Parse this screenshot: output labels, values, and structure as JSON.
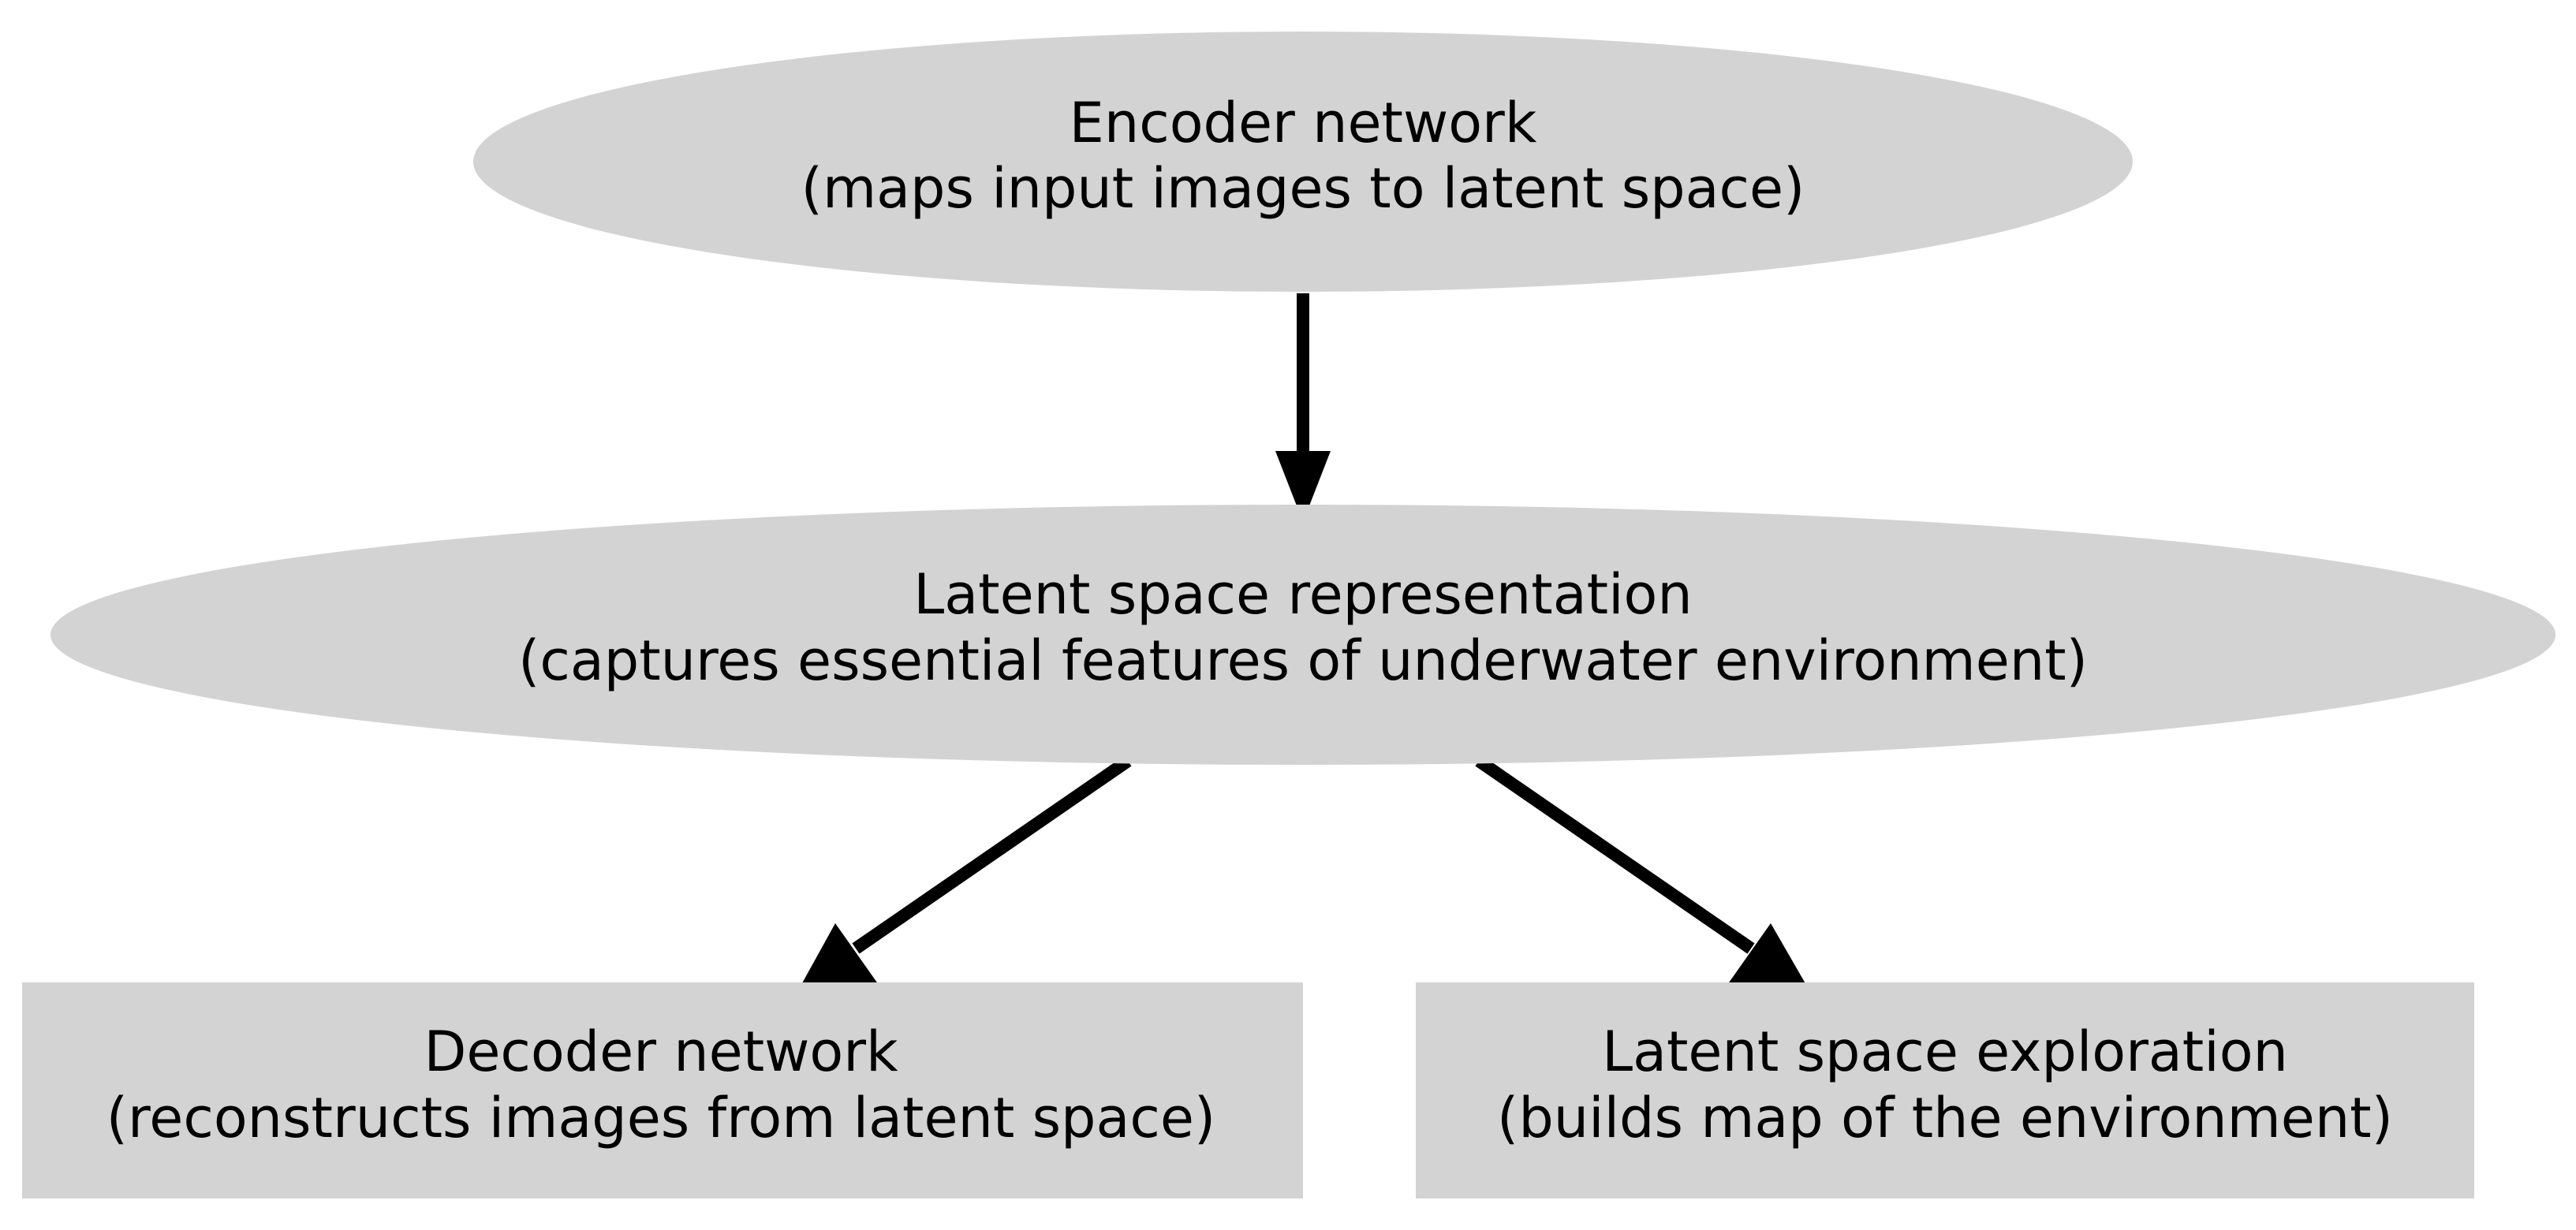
{
  "colors": {
    "node_fill": "#d3d3d3",
    "edge": "#000000",
    "text": "#000000",
    "background": "#ffffff"
  },
  "nodes": {
    "encoder": {
      "shape": "ellipse",
      "title": "Encoder network",
      "subtitle": "(maps input images to latent space)"
    },
    "latent": {
      "shape": "ellipse",
      "title": "Latent space representation",
      "subtitle": "(captures essential features of underwater environment)"
    },
    "decoder": {
      "shape": "box",
      "title": "Decoder network",
      "subtitle": "(reconstructs images from latent space)"
    },
    "exploration": {
      "shape": "box",
      "title": "Latent space exploration",
      "subtitle": "(builds map of the environment)"
    }
  },
  "edges": [
    {
      "from": "encoder",
      "to": "latent"
    },
    {
      "from": "latent",
      "to": "decoder"
    },
    {
      "from": "latent",
      "to": "exploration"
    }
  ]
}
